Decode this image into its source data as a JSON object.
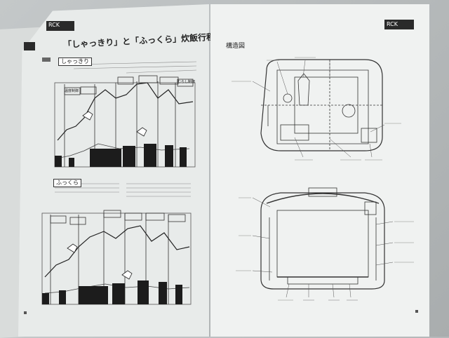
{
  "left_page": {
    "title": "「しゃっきり」と「ふっくら」炊飯行程図",
    "section_a_label": "しゃっきり",
    "section_b_label": "ふっくら",
    "stage_label_a": "温度制御",
    "stage_label_b": "むらし制御",
    "header_badge": "RCK"
  },
  "right_page": {
    "title": "構造図",
    "header_badge": "RCK"
  },
  "colors": {
    "paper_left": "#e8ebea",
    "paper_right": "#f0f2f1",
    "ink": "#262626",
    "background": "#b8bcbd"
  }
}
